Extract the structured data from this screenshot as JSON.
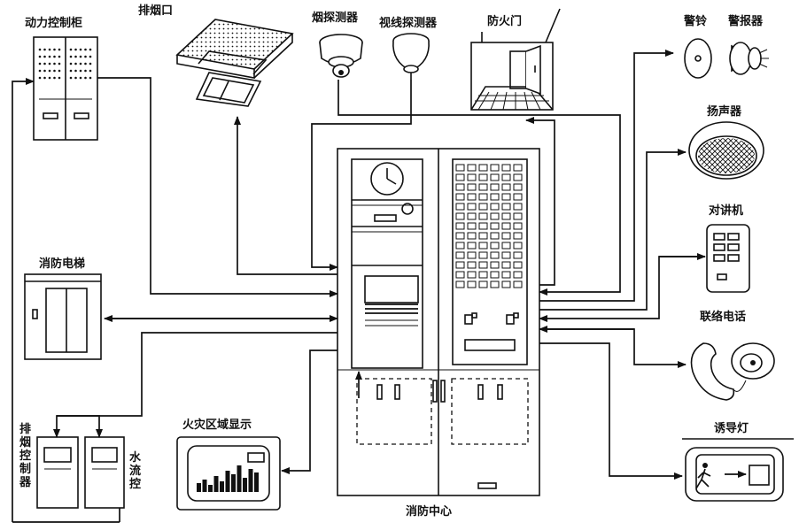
{
  "labels": {
    "power_cabinet": "动力控制柜",
    "smoke_exhaust": "排烟口",
    "smoke_detector": "烟探测器",
    "visual_detector": "视线探测器",
    "fire_door": "防火门",
    "bell": "警铃",
    "alarm": "警报器",
    "speaker": "扬声器",
    "intercom": "对讲机",
    "fire_elevator": "消防电梯",
    "phone": "联络电话",
    "exit_light": "诱导灯",
    "smoke_controller": "排烟控制器",
    "water_flow": "水流控",
    "fire_zone_display": "火灾区域显示",
    "fire_center": "消防中心"
  },
  "colors": {
    "ink": "#111111",
    "background": "#ffffff"
  }
}
